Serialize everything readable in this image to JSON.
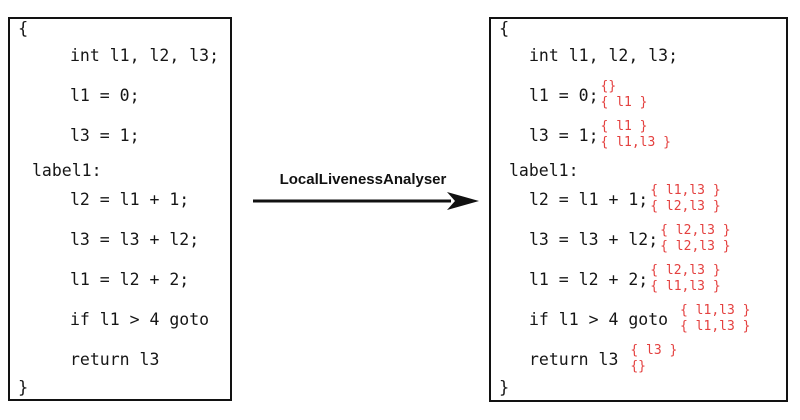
{
  "diagram": {
    "arrow_label": "LocalLivenessAnalyser",
    "colors": {
      "annotation_red": "#e4403f",
      "code_black": "#161616",
      "border_black": "#121212",
      "background": "#ffffff"
    }
  },
  "left_box": {
    "name": "source program",
    "lines": [
      {
        "type": "brace",
        "text": "{"
      },
      {
        "type": "stmt",
        "text": "int l1, l2, l3;"
      },
      {
        "type": "stmt",
        "text": "l1 = 0;"
      },
      {
        "type": "stmt",
        "text": "l3 = 1;"
      },
      {
        "type": "label",
        "text": "label1:"
      },
      {
        "type": "stmt",
        "text": "l2 = l1 + 1;"
      },
      {
        "type": "stmt",
        "text": "l3 = l3 + l2;"
      },
      {
        "type": "stmt",
        "text": "l1 = l2 + 2;"
      },
      {
        "type": "stmt",
        "text": "if l1 > 4 goto"
      },
      {
        "type": "stmt",
        "text": "return l3"
      },
      {
        "type": "brace",
        "text": "}",
        "close": true
      }
    ]
  },
  "right_box": {
    "name": "program annotated with liveness sets",
    "lines": [
      {
        "type": "brace",
        "text": "{"
      },
      {
        "type": "stmt",
        "text": "int l1, l2, l3;"
      },
      {
        "type": "stmt",
        "text": "l1 = 0;",
        "live_in": "{}",
        "live_out": "{ l1 }"
      },
      {
        "type": "stmt",
        "text": "l3 = 1;",
        "live_in": "{ l1 }",
        "live_out": "{ l1,l3 }"
      },
      {
        "type": "label",
        "text": "label1:"
      },
      {
        "type": "stmt",
        "text": "l2 = l1 + 1;",
        "live_in": "{ l1,l3 }",
        "live_out": "{ l2,l3 }"
      },
      {
        "type": "stmt",
        "text": "l3 = l3 + l2;",
        "live_in": "{ l2,l3 }",
        "live_out": "{ l2,l3 }"
      },
      {
        "type": "stmt",
        "text": "l1 = l2 + 2;",
        "live_in": "{ l2,l3 }",
        "live_out": "{ l1,l3 }"
      },
      {
        "type": "stmt",
        "text": "if l1 > 4 goto ",
        "live_in": "{ l1,l3 }",
        "live_out": "{ l1,l3 }"
      },
      {
        "type": "stmt",
        "text": "return l3 ",
        "live_in": "{ l3 }",
        "live_out": "{}"
      },
      {
        "type": "brace",
        "text": "}",
        "close": true
      }
    ]
  }
}
